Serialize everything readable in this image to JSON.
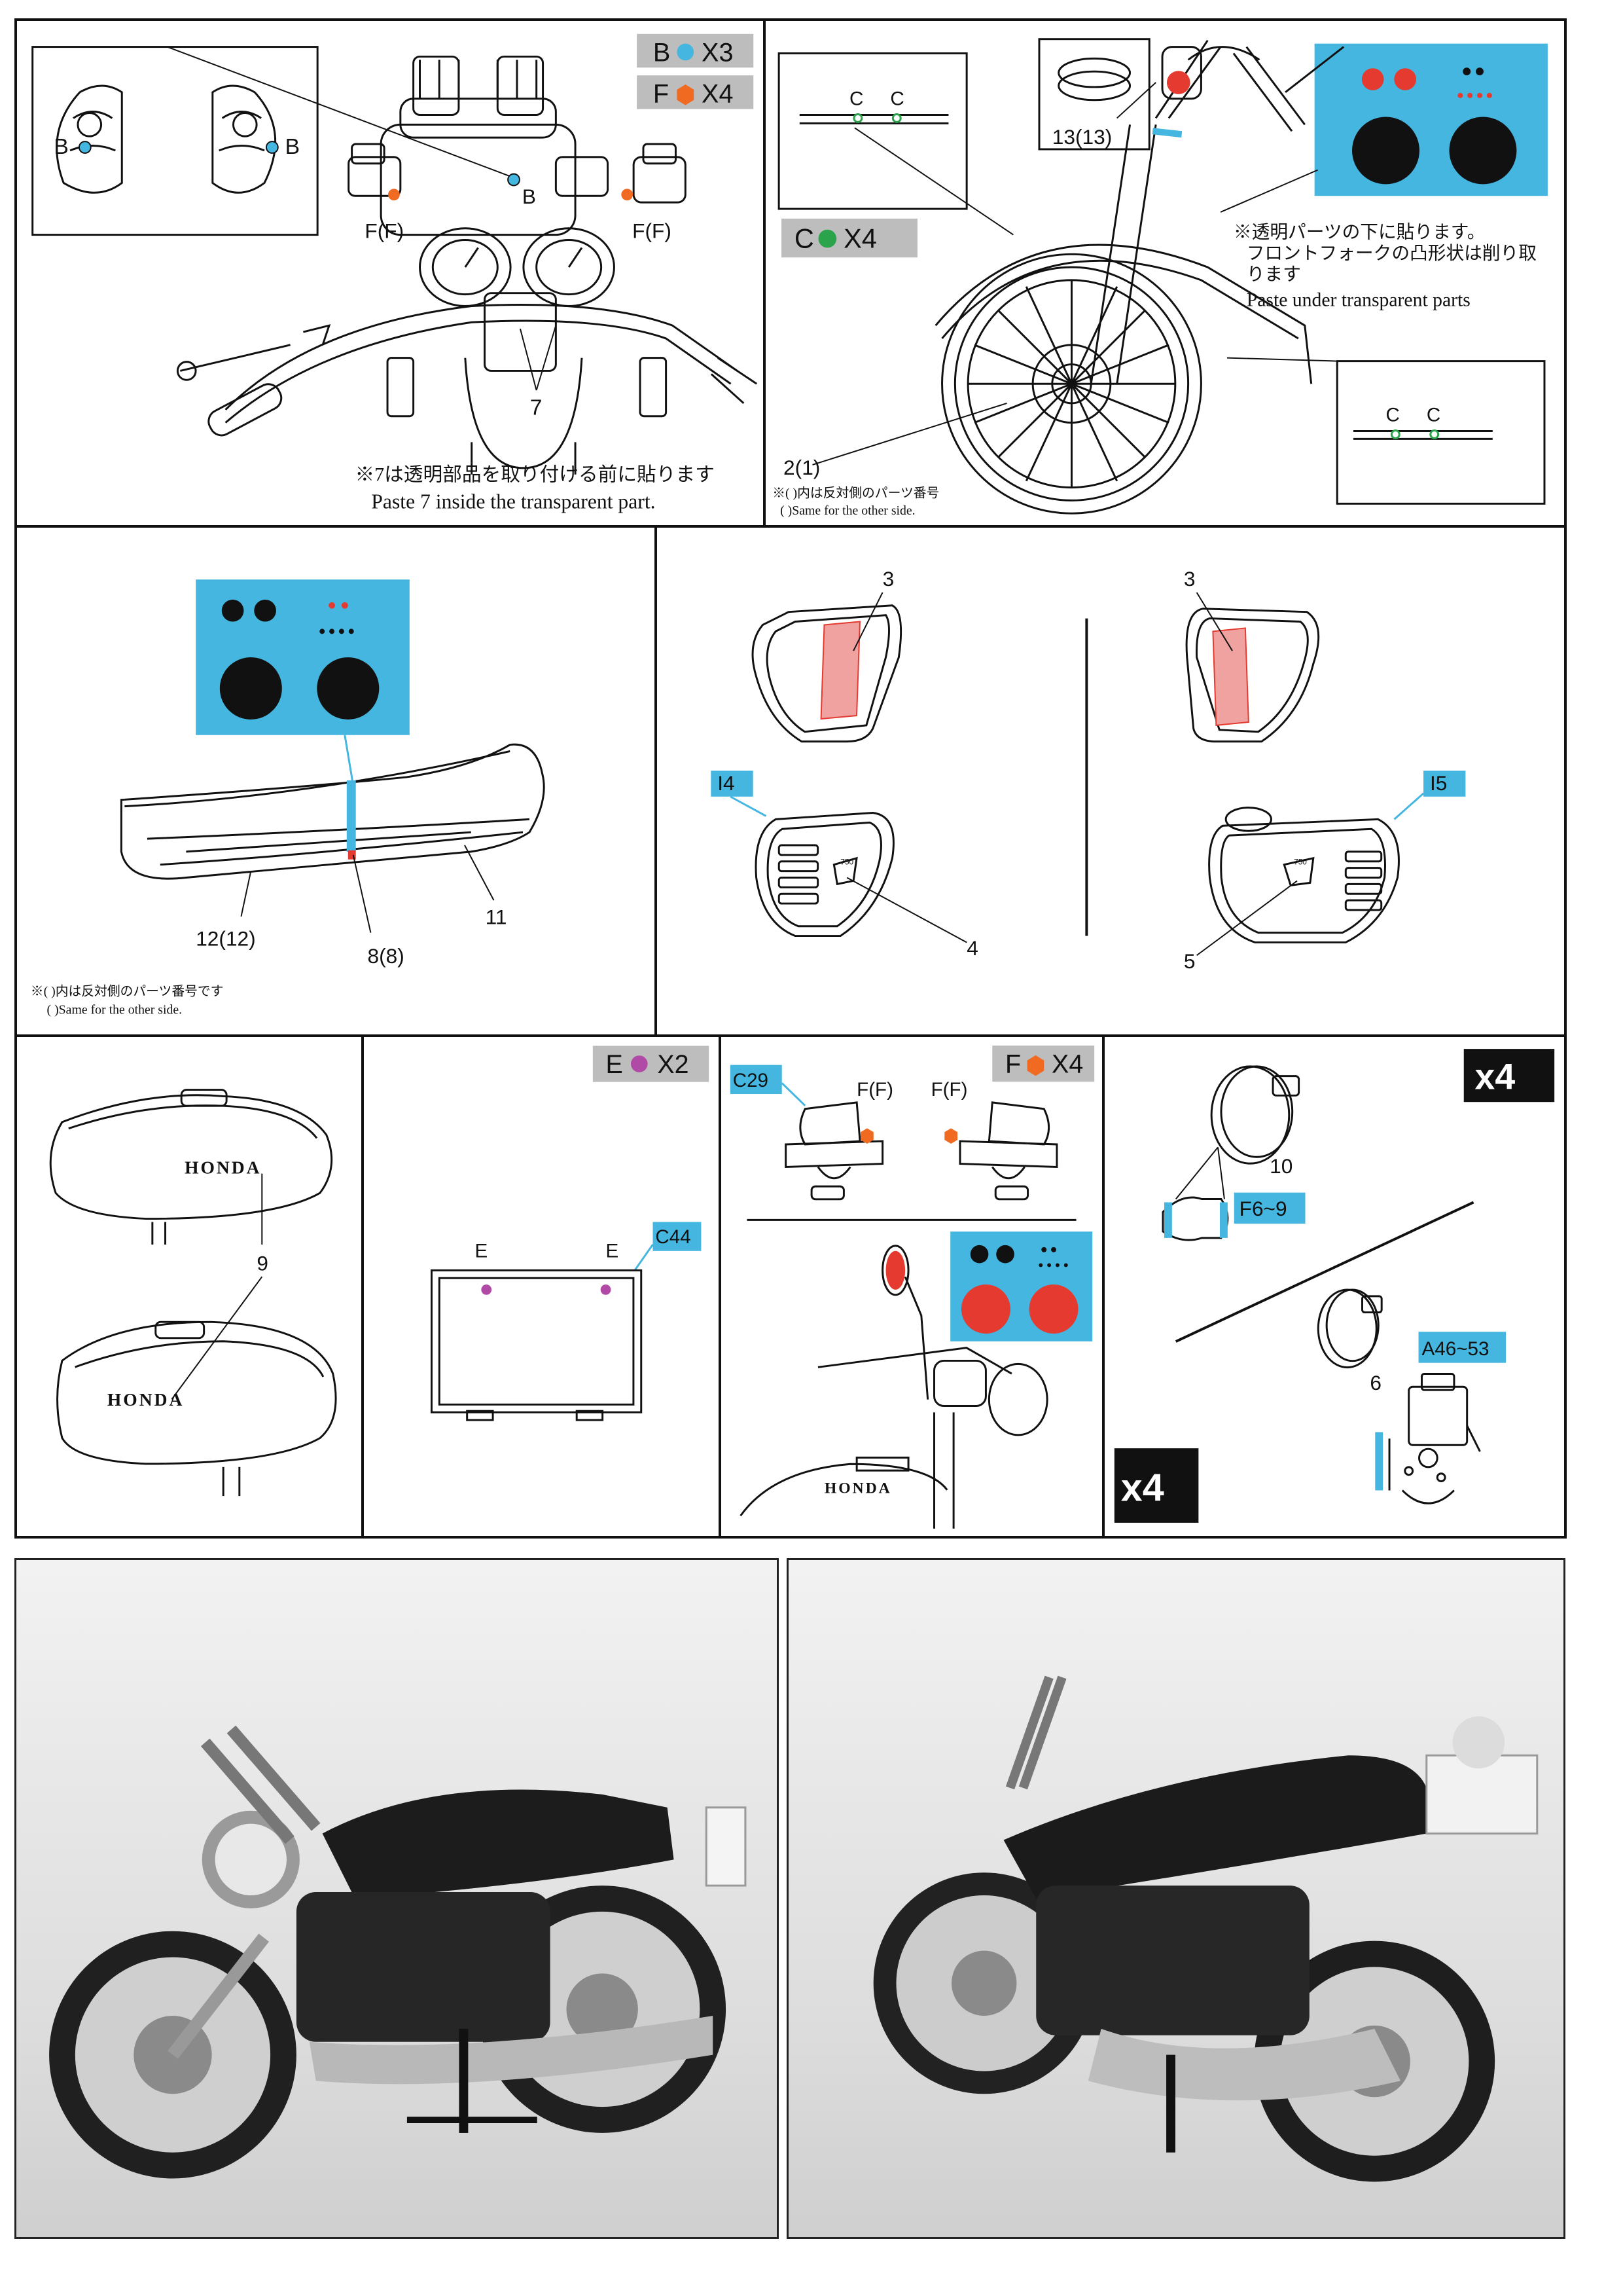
{
  "panel1": {
    "part_b": "B",
    "count_b": "X3",
    "part_f": "F",
    "count_f": "X4",
    "label_b": "B",
    "label_f": "F(F)",
    "label_7": "7",
    "note_jp": "※7は透明部品を取り付ける前に貼ります",
    "note_en": "Paste 7 inside the transparent part."
  },
  "panel2": {
    "label_c": "C",
    "part_c": "C",
    "count_c": "X4",
    "label_13": "13(13)",
    "label_2": "2(1)",
    "note_jp_1": "※透明パーツの下に貼ります。",
    "note_jp_2": "フロントフォークの凸形状は削り取",
    "note_jp_3": "ります",
    "note_en": "Paste under transparent parts",
    "side_jp": "※( )内は反対側のパーツ番号",
    "side_en": "( )Same for the other side."
  },
  "panel3": {
    "label_12": "12(12)",
    "label_8": "8(8)",
    "label_11": "11",
    "side_jp": "※( )内は反対側のパーツ番号です",
    "side_en": "( )Same for the other side."
  },
  "panel4": {
    "label_3": "3",
    "part_i4": "I4",
    "part_i5": "I5",
    "label_4": "4",
    "label_5": "5",
    "badge": "750"
  },
  "panel5": {
    "label_9": "9",
    "brand": "HONDA"
  },
  "panel6": {
    "part_e": "E",
    "count_e": "X2",
    "label_e": "E",
    "part_c44": "C44"
  },
  "panel7": {
    "part_f": "F",
    "count_f": "X4",
    "part_c29": "C29",
    "label_ff": "F(F)",
    "multiplier": "x4",
    "brand": "HONDA"
  },
  "panel8": {
    "multiplier": "x4",
    "label_10": "10",
    "part_f6": "F6~9",
    "label_6": "6",
    "part_a46": "A46~53"
  },
  "colors": {
    "decal_blue": "#45b6e0",
    "decal_red": "#e43a2f",
    "tag_gray": "#bdbdbd",
    "accent_orange": "#f06a22",
    "e_purple": "#b04aa6",
    "c_green": "#2aa34a"
  }
}
